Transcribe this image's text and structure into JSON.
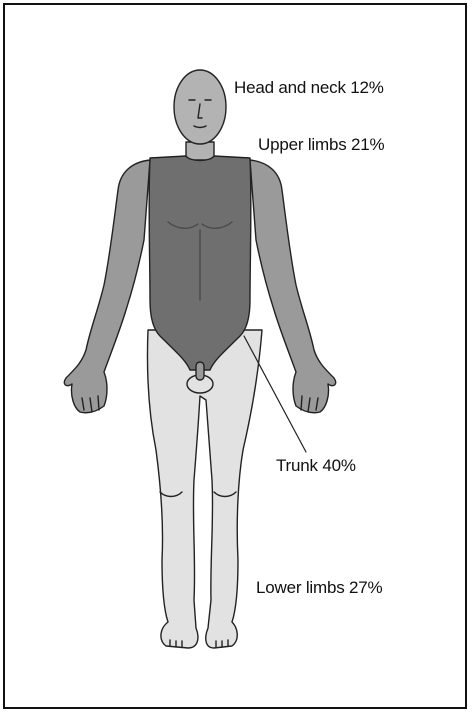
{
  "labels": {
    "head_neck": "Head and neck 12%",
    "upper_limbs": "Upper limbs 21%",
    "trunk": "Trunk 40%",
    "lower_limbs": "Lower limbs 27%"
  },
  "colors": {
    "trunk": "#6f6f6f",
    "upper_limbs": "#9a9a9a",
    "head": "#b3b3b3",
    "lower_limbs": "#e2e2e2",
    "outline": "#222222"
  }
}
